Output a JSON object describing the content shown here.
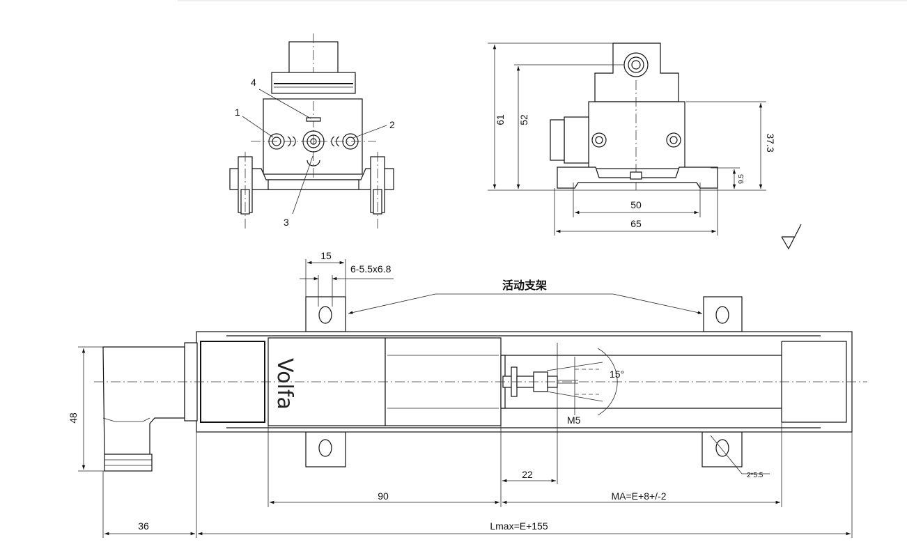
{
  "front_view": {
    "callouts": [
      "1",
      "2",
      "3",
      "4"
    ]
  },
  "side_view": {
    "dims": {
      "h61": "61",
      "h52": "52",
      "h37": "37.3",
      "h9": "9.5",
      "w50": "50",
      "w65": "65"
    }
  },
  "plan_view": {
    "bracket_label": "活动支架",
    "brand": "Volfa",
    "dims": {
      "slot_pitch": "15",
      "slot_size": "6-5.5x6.8",
      "angle": "15°",
      "thread": "M5",
      "hole": "2*5.5",
      "height": "48",
      "offset22": "22",
      "len90": "90",
      "ma": "MA=E+8+/-2",
      "connector": "36",
      "lmax": "Lmax=E+155"
    }
  }
}
